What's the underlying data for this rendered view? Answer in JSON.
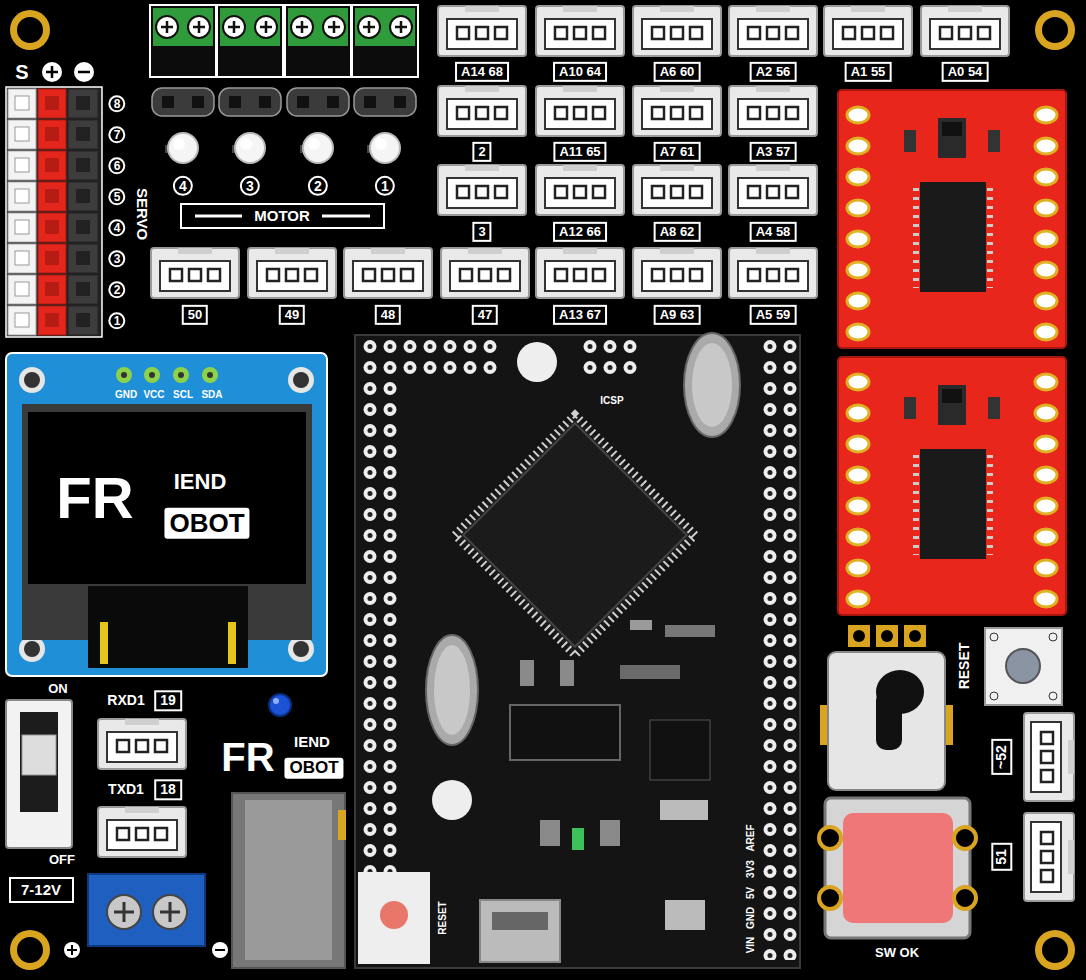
{
  "diagram": {
    "nodes": [
      {
        "text": [
          "MOTOR"
        ]
      },
      {
        "text": [
          "7-12V"
        ]
      }
    ],
    "labels": [
      "S",
      "8",
      "7",
      "6",
      "5",
      "4",
      "3",
      "2",
      "1",
      "SERVO",
      "4",
      "3",
      "2",
      "1",
      "A14 68",
      "A10 64",
      "A6 60",
      "A2 56",
      "A1 55",
      "A0 54",
      "2",
      "A11 65",
      "A7 61",
      "A3 57",
      "3",
      "A12 66",
      "A8 62",
      "A4 58",
      "50",
      "49",
      "48",
      "47",
      "A13 67",
      "A9 63",
      "A5 59",
      "GND",
      "VCC",
      "SCL",
      "SDA",
      "FR",
      "IEND",
      "OBOT",
      "ON",
      "OFF",
      "RXD1",
      "19",
      "TXD1",
      "18",
      "FR",
      "IEND",
      "OBOT",
      "ICSP",
      "RESET",
      "VIN",
      "GND",
      "5V",
      "3V3",
      "AREF",
      "RESET",
      "~52",
      "51",
      "SW OK"
    ]
  }
}
